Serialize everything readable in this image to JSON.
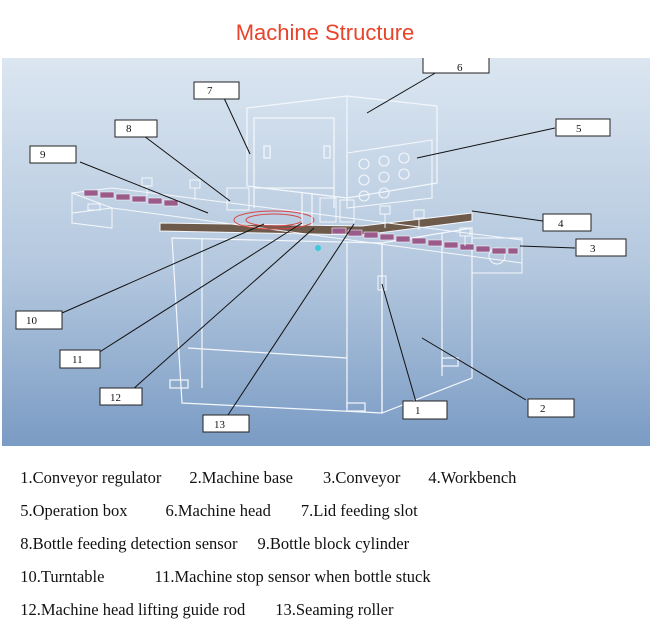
{
  "title": "Machine Structure",
  "callouts": {
    "c1": "1",
    "c2": "2",
    "c3": "3",
    "c4": "4",
    "c5": "5",
    "c6": "6",
    "c7": "7",
    "c8": "8",
    "c9": "9",
    "c10": "10",
    "c11": "11",
    "c12": "12",
    "c13": "13"
  },
  "legend": {
    "row1": [
      "1.Conveyor regulator",
      "2.Machine base",
      "3.Conveyor",
      "4.Workbench"
    ],
    "row2": [
      "5.Operation box",
      "6.Machine head",
      "7.Lid feeding slot"
    ],
    "row3": [
      "8.Bottle feeding detection sensor",
      "9.Bottle block cylinder"
    ],
    "row4": [
      "10.Turntable",
      "11.Machine stop sensor when bottle stuck"
    ],
    "row5": [
      "12.Machine head lifting guide rod",
      "13.Seaming roller"
    ]
  },
  "colors": {
    "title": "#e8432b",
    "background_top": "#d5e2ef",
    "background_bottom": "#7b9cc4",
    "conveyor_link": "#9a5a8a"
  }
}
